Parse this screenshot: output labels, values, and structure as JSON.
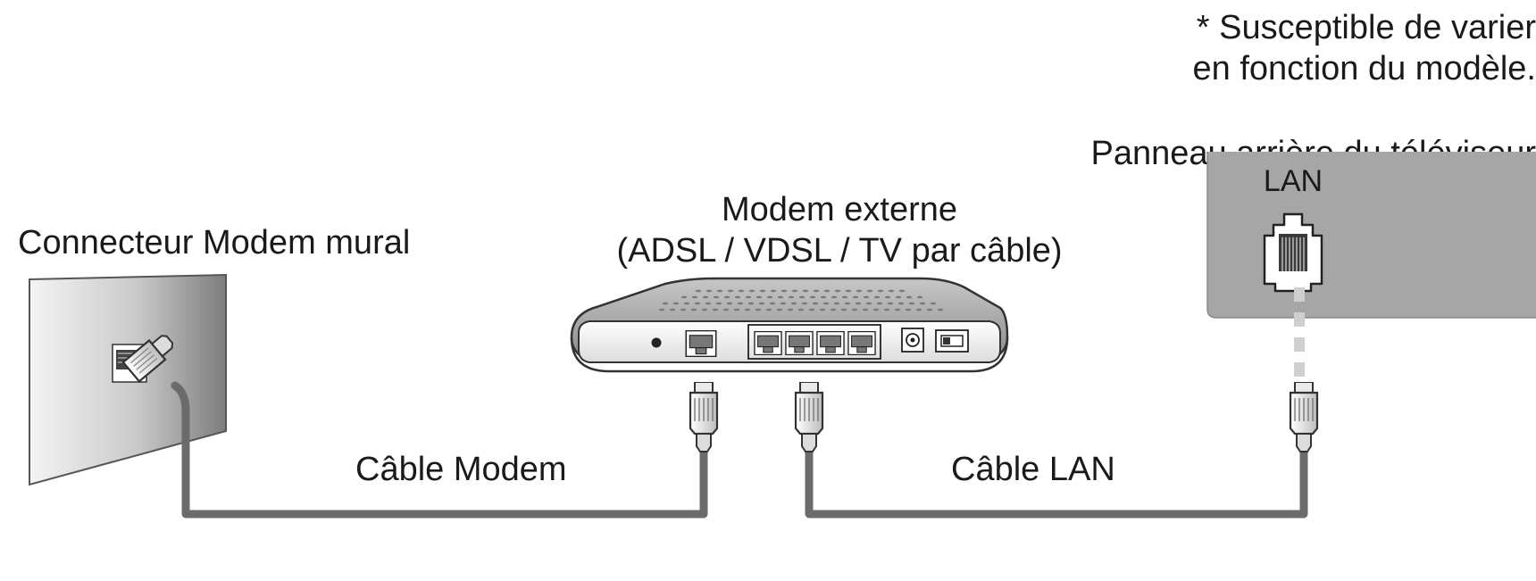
{
  "note": {
    "line1": "* Susceptible de varier",
    "line2": "en fonction du modèle."
  },
  "tv_panel": {
    "title": "Panneau arrière du téléviseur",
    "port_label": "LAN"
  },
  "modem": {
    "title_line1": "Modem externe",
    "title_line2": "(ADSL / VDSL / TV par câble)"
  },
  "wall": {
    "title": "Connecteur Modem mural"
  },
  "cables": {
    "modem_cable": "Câble Modem",
    "lan_cable": "Câble LAN"
  },
  "colors": {
    "cable": "#6b6b6b",
    "tv_panel": "#a6a6a6",
    "dashed_link": "#cfcfcf"
  }
}
